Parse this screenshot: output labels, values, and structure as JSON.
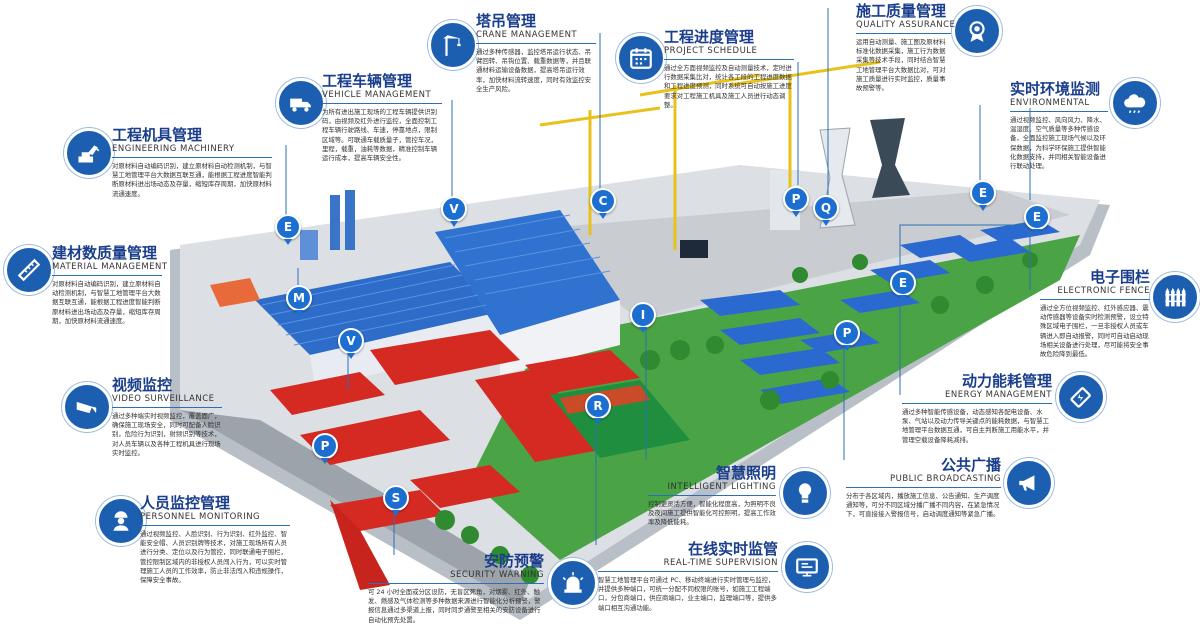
{
  "modules": [
    {
      "id": "crane",
      "zh": "塔吊管理",
      "en": "CRANE MANAGEMENT",
      "icon": "crane-icon",
      "desc": "通过多种传感器，监控塔吊运行状态、吊臂回转、吊钩位置、载重数据等，并且联通材料运输设备数据，提高塔吊运行效率，加快材料流转速度，同时有效监控安全生产风险。"
    },
    {
      "id": "schedule",
      "zh": "工程进度管理",
      "en": "PROJECT SCHEDULE",
      "icon": "calendar-icon",
      "desc": "通过全方面视频监控及自动测量技术，定时进行数据采集比对，统计各工段的工程进度数据和工程进度预测，同时系统可自动按施工进度要求对工程施工机具及施工人员进行动态调整。"
    },
    {
      "id": "quality",
      "zh": "施工质量管理",
      "en": "QUALITY ASSURANCE",
      "icon": "medal-icon",
      "desc": "运用自动测量、施工图及原材料标准化数据采集，施工行为数据采集等技术手段，同时结合智慧工地管理平台大数据比对，可对施工质量进行实时监控，质量事故预警等。"
    },
    {
      "id": "vehicle",
      "zh": "工程车辆管理",
      "en": "VEHICLE MANAGEMENT",
      "icon": "truck-icon",
      "desc": "为所有进出施工现场的工程车辆提供识别码，由视频及红外进行监控，全面控制工程车辆行驶路线、车速，停靠地点，限制区域等。可联通车载质量子，管控车况，里程，载重，油耗等数据，精准控制车辆运行成本，提高车辆安全性。"
    },
    {
      "id": "machinery",
      "zh": "工程机具管理",
      "en": "ENGINEERING MACHINERY",
      "icon": "machinery-icon",
      "desc": "对原材料自动编码识别，建立原材料自动检测机制，与智慧工地管理平台大数据互联互通，能根据工程进度智能判断原材料进出场动态及存量，缩短库存周期，加快原材料流通速度。"
    },
    {
      "id": "environment",
      "zh": "实时环境监测",
      "en": "ENVIRONMENTAL",
      "icon": "cloud-icon",
      "desc": "通过视频监控、风向风力、降水、温湿度、空气质量等多种传感设备，全面监控施工现场气候以及环保数据，为科学环保施工提供智能化数据支持，并同相关智能设备进行联动处理。"
    },
    {
      "id": "material",
      "zh": "建材数质量管理",
      "en": "MATERIAL MANAGEMENT",
      "icon": "ruler-icon",
      "desc": "对原材料自动编码识别，建立原材料自动检测机制，与智慧工地管理平台大数据互联互通，能根据工程进度智能判断原材料进出场动态及存量，缩短库存周期，加快原材料流通速度。"
    },
    {
      "id": "fence",
      "zh": "电子围栏",
      "en": "ELECTRONIC FENCE",
      "icon": "fence-icon",
      "desc": "通过全方位视频监控、红外感应器、震动传感器等设备实时检测预警，设立特殊区域电子围栏，一旦非授权人员或车辆进入即自动报警，同时可自动启动现场相关设备进行处理，尽可能将安全事故危险降到最低。"
    },
    {
      "id": "video",
      "zh": "视频监控",
      "en": "VIDEO SURVEILLANCE",
      "icon": "camera-icon",
      "desc": "通过多种端实时视频监控，覆盖面广，确保施工现场安全，同时可配备人脸识别，危险行为识别，射频识别等技术，对人员车辆以及各种工程机具进行现场实时监控。"
    },
    {
      "id": "energy",
      "zh": "动力能耗管理",
      "en": "ENERGY MANAGEMENT",
      "icon": "battery-icon",
      "desc": "通过多种智能传感设备，动态感知各配电设备、水泵、气站以及动力传导关键点的能耗数据，与智慧工地管理平台数据互通，可自主判断施工用能水平，并管理空载设备降耗减排。"
    },
    {
      "id": "broadcast",
      "zh": "公共广播",
      "en": "PUBLIC BROADCASTING",
      "icon": "megaphone-icon",
      "desc": "分布于各区域内，播放施工信息、公告通知、生产调度通知等，可分不同区域分播广播不同内容，在紧急情况下，可直接接入警报信号，启动调度通知等紧急广播。"
    },
    {
      "id": "personnel",
      "zh": "人员监控管理",
      "en": "PERSONNEL MONITORING",
      "icon": "worker-icon",
      "desc": "通过视频监控、人脸识别、行为识别、红外监控、智能安全帽、人员识别牌等技术，对施工现场所有人员进行分类、定位以及行为管控，同时联通电子围栏，管控限制区域内的非授权人员闯入行为，可以实时管理施工人员的工作效率，防止非法闯入和违规操作，保障安全事故。"
    },
    {
      "id": "lighting",
      "zh": "智慧照明",
      "en": "INTELLIGENT LIGHTING",
      "icon": "bulb-icon",
      "desc": "控制更灵活方便，智能化程度高，为照明不良及夜间施工提供智能化可控照明，提高工作效率及降低能耗。"
    },
    {
      "id": "security",
      "zh": "安防预警",
      "en": "SECURITY WARNING",
      "icon": "alarm-icon",
      "desc": "可 24 小时全面或分区设防，无盲区死角，对烟雾、红外、触发、燃感及气体检测等多种数据来源进行智能化分析预警，警报信息通过多渠道上报，同时同步通警至相关的安防设备进行自动化预先处置。"
    },
    {
      "id": "supervision",
      "zh": "在线实时监管",
      "en": "REAL-TIME SUPERVISION",
      "icon": "monitor-icon",
      "desc": "智慧工地管理平台可通过 PC、移动终端进行实时管理与监控，并提供多种端口，可统一分配不同权限的账号，如施工工程端口，分包商端口，供应商端口，业主端口，监理端口等，提供多端口相互沟通功能。"
    }
  ],
  "pins": [
    {
      "letter": "C",
      "target": "crane"
    },
    {
      "letter": "P",
      "target": "schedule"
    },
    {
      "letter": "Q",
      "target": "quality"
    },
    {
      "letter": "V",
      "target": "vehicle"
    },
    {
      "letter": "E",
      "target": "machinery"
    },
    {
      "letter": "E",
      "target": "environment"
    },
    {
      "letter": "E",
      "target": "environment"
    },
    {
      "letter": "M",
      "target": "material"
    },
    {
      "letter": "E",
      "target": "fence"
    },
    {
      "letter": "V",
      "target": "video"
    },
    {
      "letter": "P",
      "target": "energy"
    },
    {
      "letter": "P",
      "target": "personnel"
    },
    {
      "letter": "I",
      "target": "lighting"
    },
    {
      "letter": "R",
      "target": "supervision"
    },
    {
      "letter": "S",
      "target": "security"
    }
  ],
  "colors": {
    "accent": "#1c5fb0",
    "title": "#1a3e8c",
    "roof_blue": "#2d6cc9",
    "roof_red": "#d42a22",
    "grass": "#3c9a3a",
    "ground": "#d9d9d9"
  }
}
